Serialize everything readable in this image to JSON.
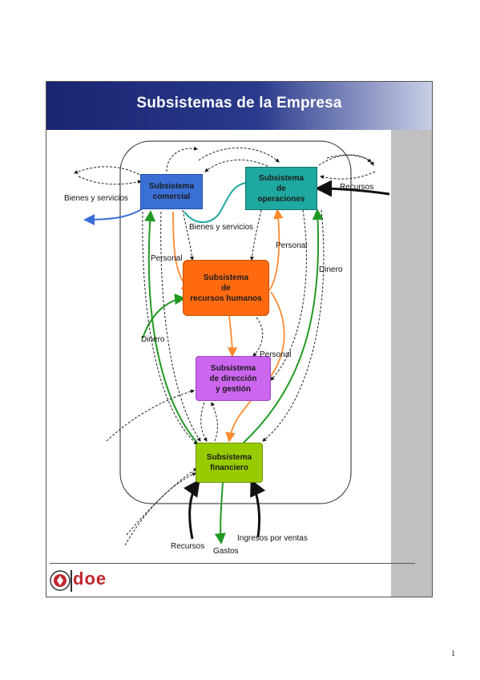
{
  "slide": {
    "title": "Subsistemas de la Empresa"
  },
  "boxes": {
    "comercial": {
      "text": "Subsistema\ncomercial",
      "color": "#3a6fd6"
    },
    "operaciones": {
      "text": "Subsistema\nde\noperaciones",
      "color": "#1fa8a0"
    },
    "rrhh": {
      "text": "Subsistema\nde\nrecursos humanos",
      "color": "#ff6a10"
    },
    "direccion": {
      "text": "Subsistema\nde dirección\ny gestión",
      "color": "#cc66ee"
    },
    "financiero": {
      "text": "Subsistema\nfinanciero",
      "color": "#99cc00"
    }
  },
  "labels": {
    "bienes_servicios_left": "Bienes y servicios",
    "bienes_servicios_mid": "Bienes y servicios",
    "recursos_top": "Recursos",
    "personal_1": "Personal",
    "personal_2": "Personal",
    "personal_3": "Personal",
    "dinero_right": "Dinero",
    "dinero_left": "Dinero",
    "recursos_bottom": "Recursos",
    "gastos": "Gastos",
    "ingresos": "Ingresos por ventas"
  },
  "colors": {
    "flow_green": "#229922",
    "flow_orange": "#ff8a30",
    "flow_teal": "#1fa8a0",
    "flow_blue": "#3a6fd6",
    "header_dark": "#1a2470"
  },
  "logo": {
    "text": "doe",
    "icon": "logo-mark-icon"
  },
  "page_number": "1"
}
